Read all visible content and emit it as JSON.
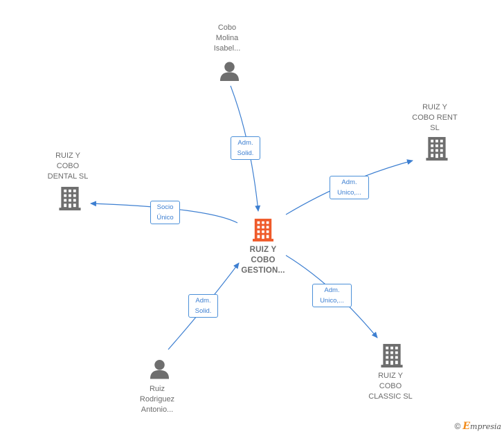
{
  "colors": {
    "edge": "#3d7fd1",
    "node_gray": "#6e6e6e",
    "center_accent": "#ef5a2a",
    "brand_orange": "#f28c1b"
  },
  "center": {
    "label": "RUIZ Y\nCOBO\nGESTION...",
    "icon": "building-icon"
  },
  "nodes": {
    "cobo_molina": {
      "label": "Cobo\nMolina\nIsabel...",
      "icon": "person-icon"
    },
    "rent": {
      "label": "RUIZ Y\nCOBO RENT\nSL",
      "icon": "building-icon"
    },
    "dental": {
      "label": "RUIZ Y\nCOBO\nDENTAL  SL",
      "icon": "building-icon"
    },
    "ruiz_rodriguez": {
      "label": "Ruiz\nRodriguez\nAntonio...",
      "icon": "person-icon"
    },
    "classic": {
      "label": "RUIZ Y\nCOBO\nCLASSIC  SL",
      "icon": "building-icon"
    }
  },
  "edges": {
    "cobo_to_center": "Adm.\nSolid.",
    "center_to_rent": "Adm.\nUnico,...",
    "center_to_dental": "Socio\nÚnico",
    "ruiz_to_center": "Adm.\nSolid.",
    "center_to_classic": "Adm.\nUnico,..."
  },
  "footer": {
    "copyright": "©",
    "brand_initial": "E",
    "brand_rest": "mpresia"
  }
}
